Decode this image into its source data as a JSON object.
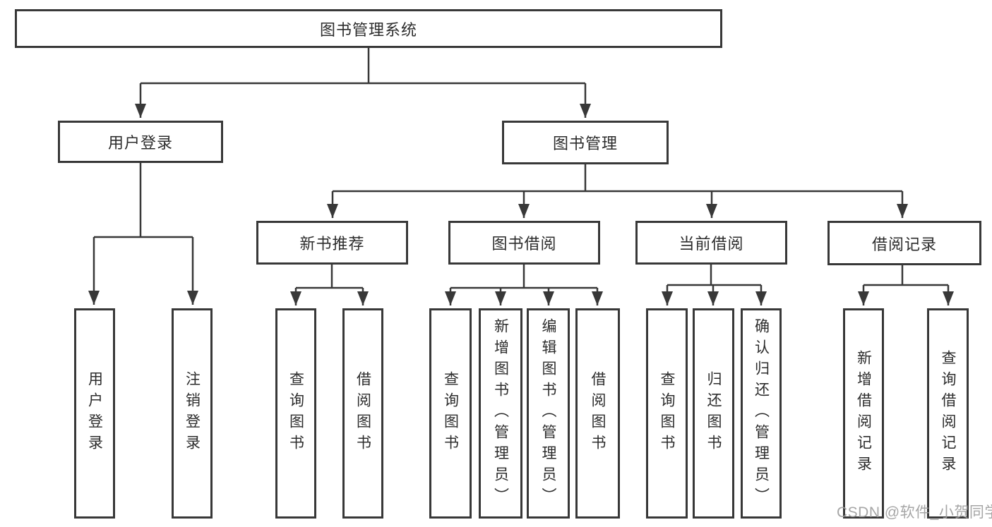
{
  "diagram": {
    "root": {
      "label": "图书管理系统"
    },
    "branches": [
      {
        "label": "用户登录",
        "children": [
          {
            "label": "用户登录"
          },
          {
            "label": "注销登录"
          }
        ]
      },
      {
        "label": "图书管理",
        "children": [
          {
            "label": "新书推荐",
            "children": [
              {
                "label": "查询图书"
              },
              {
                "label": "借阅图书"
              }
            ]
          },
          {
            "label": "图书借阅",
            "children": [
              {
                "label": "查询图书"
              },
              {
                "label": "新增图书（管理员）"
              },
              {
                "label": "编辑图书（管理员）"
              },
              {
                "label": "借阅图书"
              }
            ]
          },
          {
            "label": "当前借阅",
            "children": [
              {
                "label": "查询图书"
              },
              {
                "label": "归还图书"
              },
              {
                "label": "确认归还（管理员）"
              }
            ]
          },
          {
            "label": "借阅记录",
            "children": [
              {
                "label": "新增借阅记录"
              },
              {
                "label": "查询借阅记录"
              }
            ]
          }
        ]
      }
    ]
  },
  "watermark": {
    "text": "CSDN @软件_小贺同学"
  },
  "colors": {
    "line": "#383838",
    "box_border": "#383838",
    "text": "#2c2c2c",
    "watermark": "#9e9e9e",
    "background": "#ffffff"
  }
}
